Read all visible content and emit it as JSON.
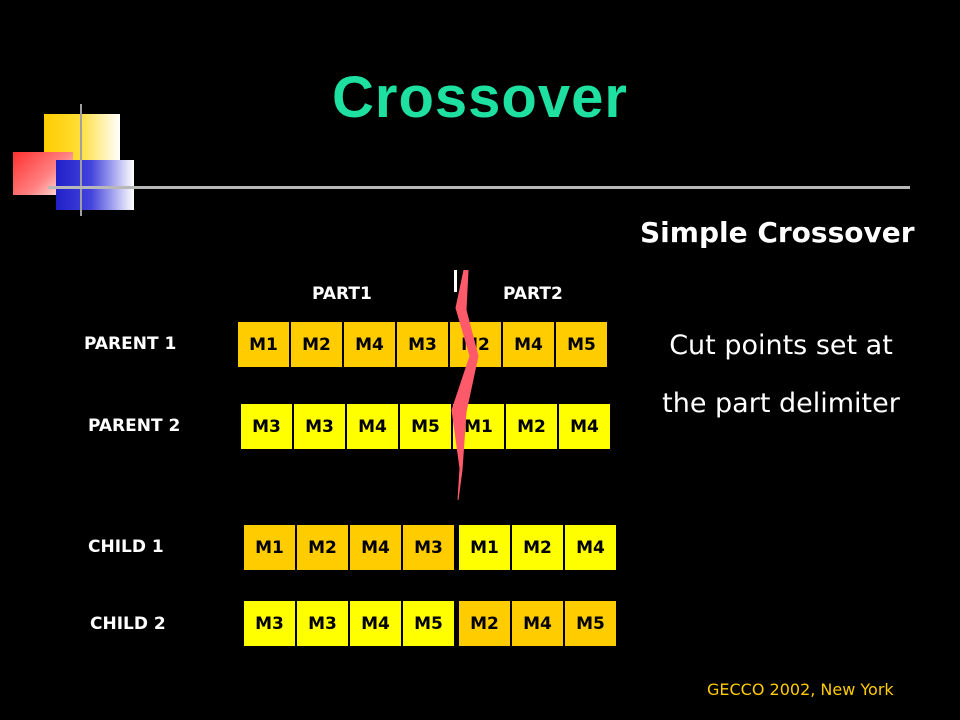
{
  "slide": {
    "title": "Crossover",
    "subtitle": "Simple Crossover",
    "description_line1": "Cut points  set at",
    "description_line2": "the part delimiter",
    "part1_label": "PART1",
    "part2_label": "PART2",
    "footer": "GECCO 2002, New York"
  },
  "colors": {
    "title": "#1ee0a0",
    "cell_orange": "#ffcc00",
    "cell_yellow": "#ffff00",
    "cut_line": "#ff5a6a",
    "footer": "#ffcc00"
  },
  "rows": [
    {
      "label": "PARENT 1",
      "genes": [
        "M1",
        "M2",
        "M4",
        "M3",
        "M2",
        "M4",
        "M5"
      ]
    },
    {
      "label": "PARENT 2",
      "genes": [
        "M3",
        "M3",
        "M4",
        "M5",
        "M1",
        "M2",
        "M4"
      ]
    },
    {
      "label": "CHILD 1",
      "genes": [
        "M1",
        "M2",
        "M4",
        "M3",
        "M1",
        "M2",
        "M4"
      ]
    },
    {
      "label": "CHILD 2",
      "genes": [
        "M3",
        "M3",
        "M4",
        "M5",
        "M2",
        "M4",
        "M5"
      ]
    }
  ]
}
